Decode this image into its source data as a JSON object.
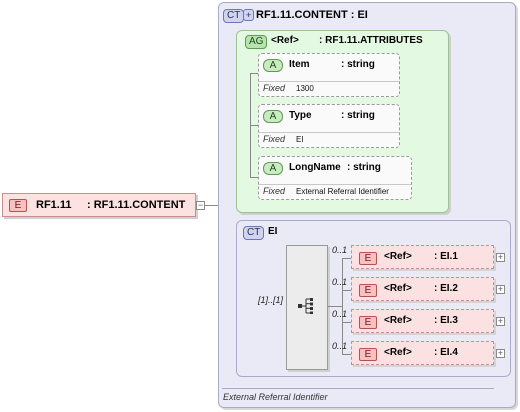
{
  "root": {
    "badge": "E",
    "name": "RF1.11",
    "type": ": RF1.11.CONTENT",
    "expander": "−"
  },
  "complex_type": {
    "badge": "CT",
    "title": "RF1.11.CONTENT : EI",
    "documentation": "External Referral Identifier"
  },
  "attribute_group": {
    "badge": "AG",
    "ref": "<Ref>",
    "type": ": RF1.11.ATTRIBUTES",
    "attributes": [
      {
        "badge": "A",
        "name": "Item",
        "type": ": string",
        "fixed_label": "Fixed",
        "fixed_value": "1300"
      },
      {
        "badge": "A",
        "name": "Type",
        "type": ": string",
        "fixed_label": "Fixed",
        "fixed_value": "EI"
      },
      {
        "badge": "A",
        "name": "LongName",
        "type": ": string",
        "fixed_label": "Fixed",
        "fixed_value": "External Referral Identifier"
      }
    ]
  },
  "ei_type": {
    "badge": "CT",
    "name": "EI",
    "sequence_multiplicity": "[1]..[1]",
    "elements": [
      {
        "badge": "E",
        "ref": "<Ref>",
        "type": ": EI.1",
        "multiplicity": "0..1",
        "expander": "+"
      },
      {
        "badge": "E",
        "ref": "<Ref>",
        "type": ": EI.2",
        "multiplicity": "0..1",
        "expander": "+"
      },
      {
        "badge": "E",
        "ref": "<Ref>",
        "type": ": EI.3",
        "multiplicity": "0..1",
        "expander": "+"
      },
      {
        "badge": "E",
        "ref": "<Ref>",
        "type": ": EI.4",
        "multiplicity": "0..1",
        "expander": "+"
      }
    ]
  },
  "colors": {
    "element_fill": "#fbe1e1",
    "complex_type_fill": "#e9eaf6",
    "attribute_group_fill": "#e4f9e1"
  }
}
